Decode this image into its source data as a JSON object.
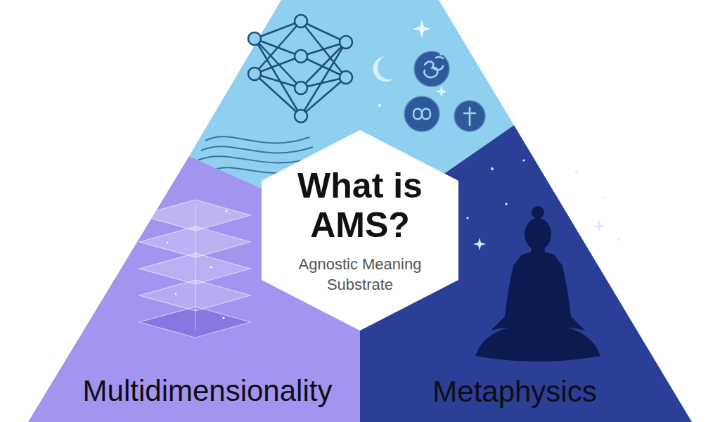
{
  "diagram": {
    "nodes": [
      {
        "text": [
          "What is AMS?",
          "Agnostic Meaning Substrate"
        ]
      },
      {
        "text": [
          "Multidimensionality"
        ]
      },
      {
        "text": [
          "Metaphysics"
        ]
      }
    ]
  }
}
